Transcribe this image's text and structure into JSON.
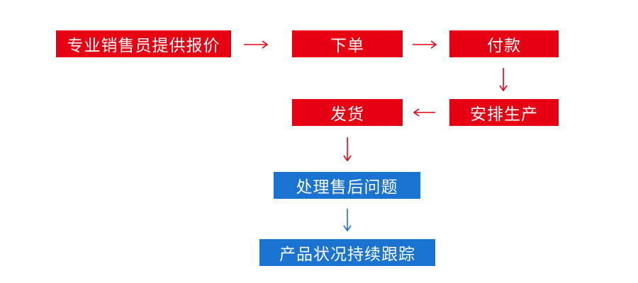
{
  "flow": {
    "steps": [
      {
        "label": "专业销售员提供报价",
        "color": "#e60012"
      },
      {
        "label": "下单",
        "color": "#e60012"
      },
      {
        "label": "付款",
        "color": "#e60012"
      },
      {
        "label": "安排生产",
        "color": "#e60012"
      },
      {
        "label": "发货",
        "color": "#e60012"
      },
      {
        "label": "处理售后问题",
        "color": "#1a73d1"
      },
      {
        "label": "产品状况持续跟踪",
        "color": "#1a73d1"
      }
    ],
    "arrow_colors": {
      "red": "#e60012",
      "blue": "#1a73d1"
    }
  }
}
